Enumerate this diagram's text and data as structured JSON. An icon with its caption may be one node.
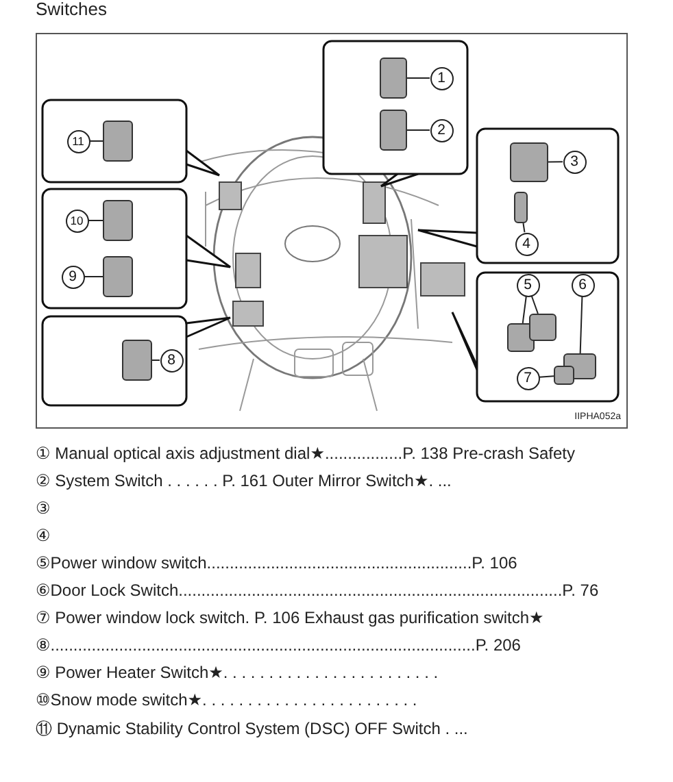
{
  "diagram": {
    "title": "Switches",
    "nodes": [
      {
        "text": [
          "1"
        ]
      },
      {
        "text": [],
        "shape": "box"
      },
      {
        "text": [
          "2"
        ]
      },
      {
        "text": [],
        "shape": "box"
      },
      {
        "text": [
          "3"
        ]
      },
      {
        "text": [],
        "shape": "box"
      },
      {
        "text": [
          "4"
        ]
      },
      {
        "text": [],
        "shape": "box"
      },
      {
        "text": [
          "5"
        ]
      },
      {
        "text": [],
        "shape": "box"
      },
      {
        "text": [],
        "shape": "box"
      },
      {
        "text": [
          "6"
        ]
      },
      {
        "text": [],
        "shape": "box"
      },
      {
        "text": [
          "7"
        ]
      },
      {
        "text": [],
        "shape": "box"
      },
      {
        "text": [
          "8"
        ]
      },
      {
        "text": [],
        "shape": "box"
      },
      {
        "text": [
          "9"
        ]
      },
      {
        "text": [],
        "shape": "box"
      },
      {
        "text": [
          "10"
        ]
      },
      {
        "text": [],
        "shape": "box"
      },
      {
        "text": [
          "11"
        ]
      },
      {
        "text": [],
        "shape": "box"
      }
    ],
    "edges": [
      {
        "from": 0,
        "to": 1,
        "arrow": "none"
      },
      {
        "from": 2,
        "to": 3,
        "arrow": "none"
      },
      {
        "from": 4,
        "to": 5,
        "arrow": "none"
      },
      {
        "from": 6,
        "to": 7,
        "arrow": "none"
      },
      {
        "from": 8,
        "to": 9,
        "arrow": "none"
      },
      {
        "from": 8,
        "to": 10,
        "arrow": "none"
      },
      {
        "from": 11,
        "to": 12,
        "arrow": "none"
      },
      {
        "from": 13,
        "to": 14,
        "arrow": "none"
      },
      {
        "from": 15,
        "to": 16,
        "arrow": "none"
      },
      {
        "from": 17,
        "to": 18,
        "arrow": "none"
      },
      {
        "from": 19,
        "to": 20,
        "arrow": "none"
      },
      {
        "from": 21,
        "to": 22,
        "arrow": "none"
      }
    ],
    "labels": [
      "IIPHA052a",
      "① Manual optical axis adjustment dial★.................P. 138 Pre-crash Safety",
      "② System Switch . . . . . . P. 161 Outer Mirror Switch★. ...",
      "③",
      "④",
      "⑤Power window switch..........................................................P. 106",
      "⑥Door Lock Switch....................................................................................P. 76",
      "⑦ Power window lock switch. P. 106 Exhaust gas purification switch★",
      "⑧.............................................................................................P. 206",
      "⑨ Power Heater Switch★. . . . . . . . . . . . . . . . . . . . . . . .",
      "⑩Snow mode switch★. . . . . . . . . . . . . . . . . . . . . . . .",
      "⑪ Dynamic Stability Control System (DSC) OFF Switch . ..."
    ]
  }
}
